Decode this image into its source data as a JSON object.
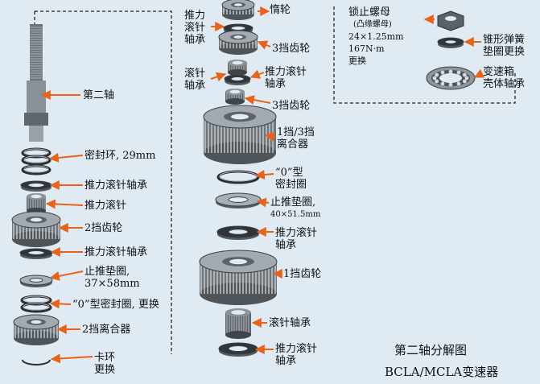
{
  "parts": {
    "idler": "惰轮",
    "thrust_bearing_a": [
      "推力",
      "滚针",
      "轴承"
    ],
    "third_gear_a": "3挡齿轮",
    "needle_bearing_a": [
      "滚针",
      "轴承"
    ],
    "thrust_bearing_b": [
      "推力滚针",
      "轴承"
    ],
    "third_gear_b": "3挡齿轮",
    "clutch_13": [
      "1挡/3挡",
      "离合器"
    ],
    "o_ring_seal": [
      "“0”型",
      "密封圈"
    ],
    "thrust_washer_40": [
      "止推垫圈,",
      "40×51.5mm"
    ],
    "thrust_bearing_c": [
      "推力滚针",
      "轴承"
    ],
    "first_gear": "1挡齿轮",
    "needle_bearing_b": "滚针轴承",
    "thrust_bearing_d": [
      "推力滚针",
      "轴承"
    ],
    "second_shaft": "第二轴",
    "seal_ring_29": "密封环, 29mm",
    "thrust_bearing_e": "推力滚针轴承",
    "thrust_needle": "推力滚针",
    "second_gear": "2挡齿轮",
    "thrust_bearing_f": "推力滚针轴承",
    "thrust_washer_37": [
      "止推垫圈,",
      "37×58mm"
    ],
    "o_ring_replace": "“0”型密封圈, 更换",
    "clutch_2": "2挡离合器",
    "snap_ring": [
      "卡环",
      "更换"
    ],
    "lock_nut": [
      "锁止螺母",
      "(凸缘螺母)",
      "24×1.25mm",
      "167N·m",
      "更换"
    ],
    "disc_spring": [
      "锥形弹簧",
      "垫圈更换"
    ],
    "case_bearing": [
      "变速箱",
      "壳体轴承"
    ]
  },
  "title": {
    "line1": "第二轴分解图",
    "line2": "BCLA/MCLA变速器"
  },
  "colors": {
    "background": "#dfeaf3",
    "arrow": "#e8631a",
    "metal": "#9aa1a6",
    "dark_metal": "#4e5458"
  }
}
